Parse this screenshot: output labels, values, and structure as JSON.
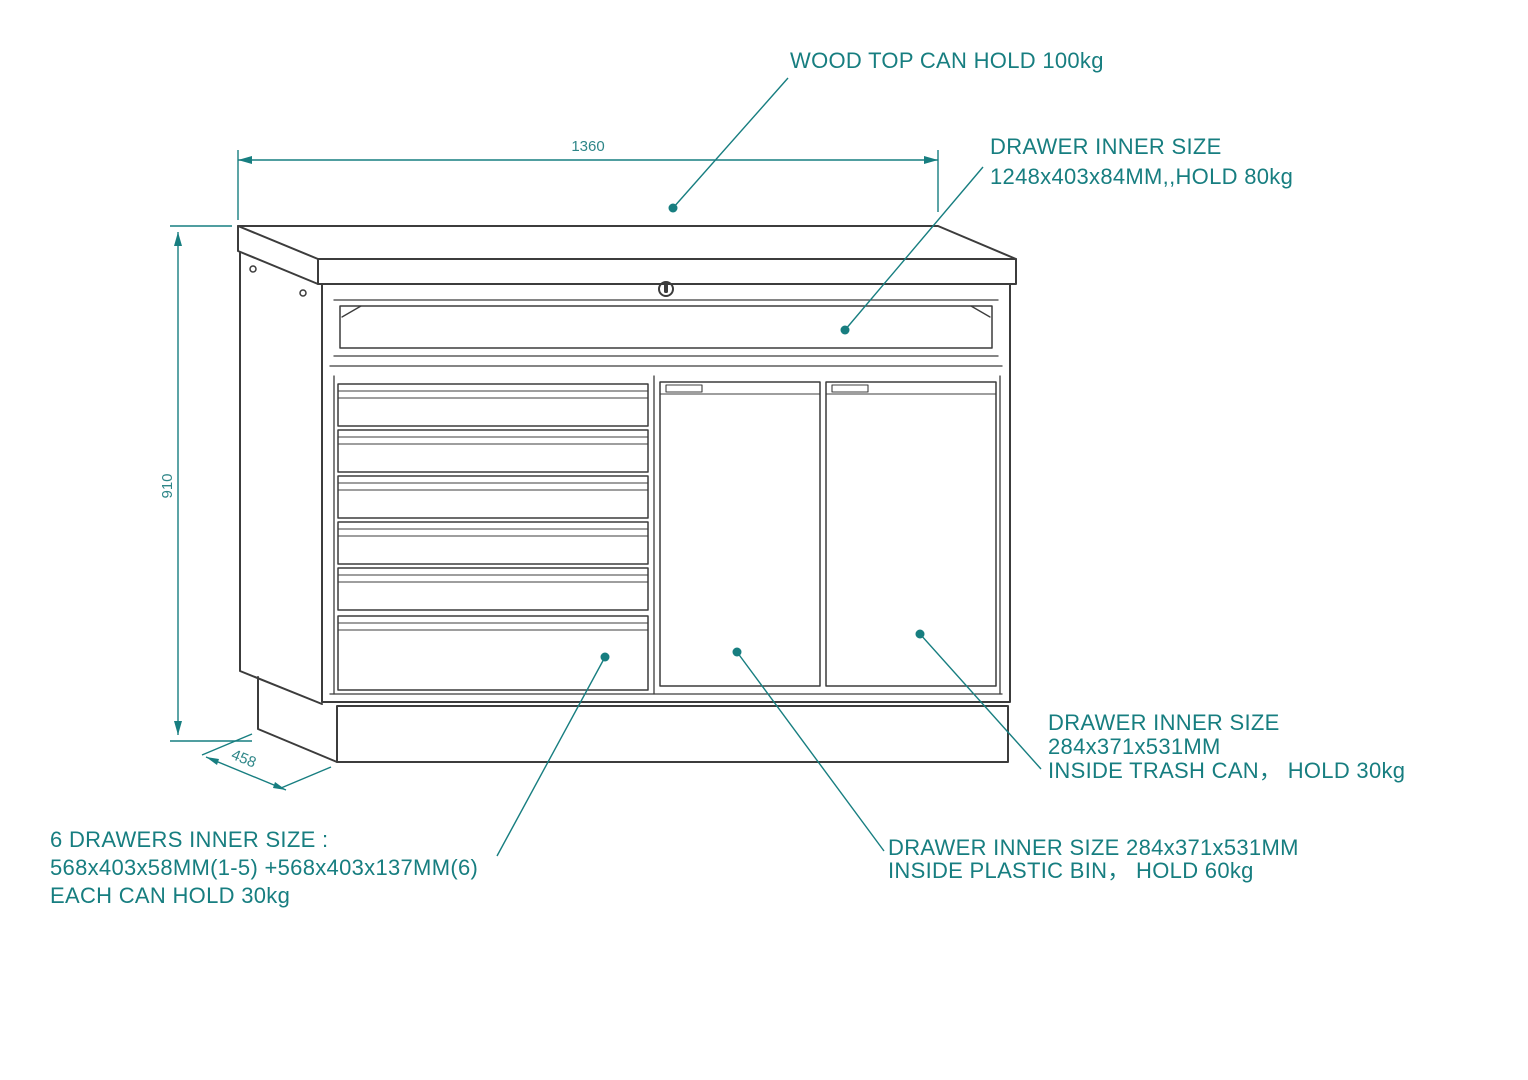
{
  "diagram": {
    "colors": {
      "annotation_teal": "#177E80",
      "drawing_line": "#3C3C3C",
      "background": "#FFFFFF"
    },
    "dimensions": {
      "width_mm": "1360",
      "height_mm": "910",
      "depth_mm": "458"
    },
    "annotations": {
      "wood_top": {
        "line1": "WOOD TOP CAN HOLD 100kg"
      },
      "top_drawer": {
        "line1": "DRAWER INNER SIZE",
        "line2": "1248x403x84MM,,HOLD 80kg"
      },
      "trash_can": {
        "line1": "DRAWER INNER SIZE",
        "line2": "284x371x531MM",
        "line3": "INSIDE TRASH CAN， HOLD 30kg"
      },
      "six_drawers": {
        "line1": "6 DRAWERS INNER SIZE :",
        "line2": "568x403x58MM(1-5) +568x403x137MM(6)",
        "line3": "EACH CAN HOLD 30kg"
      },
      "plastic_bin": {
        "line1": "DRAWER INNER SIZE 284x371x531MM",
        "line2": "INSIDE PLASTIC BIN， HOLD 60kg"
      }
    }
  }
}
